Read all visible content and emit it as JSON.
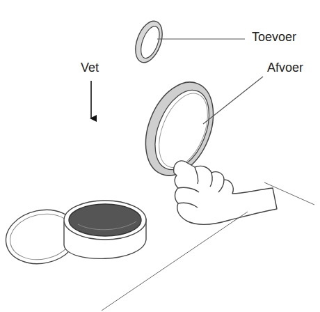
{
  "diagram": {
    "labels": [
      "Toevoer",
      "Vet",
      "Afvoer"
    ]
  }
}
